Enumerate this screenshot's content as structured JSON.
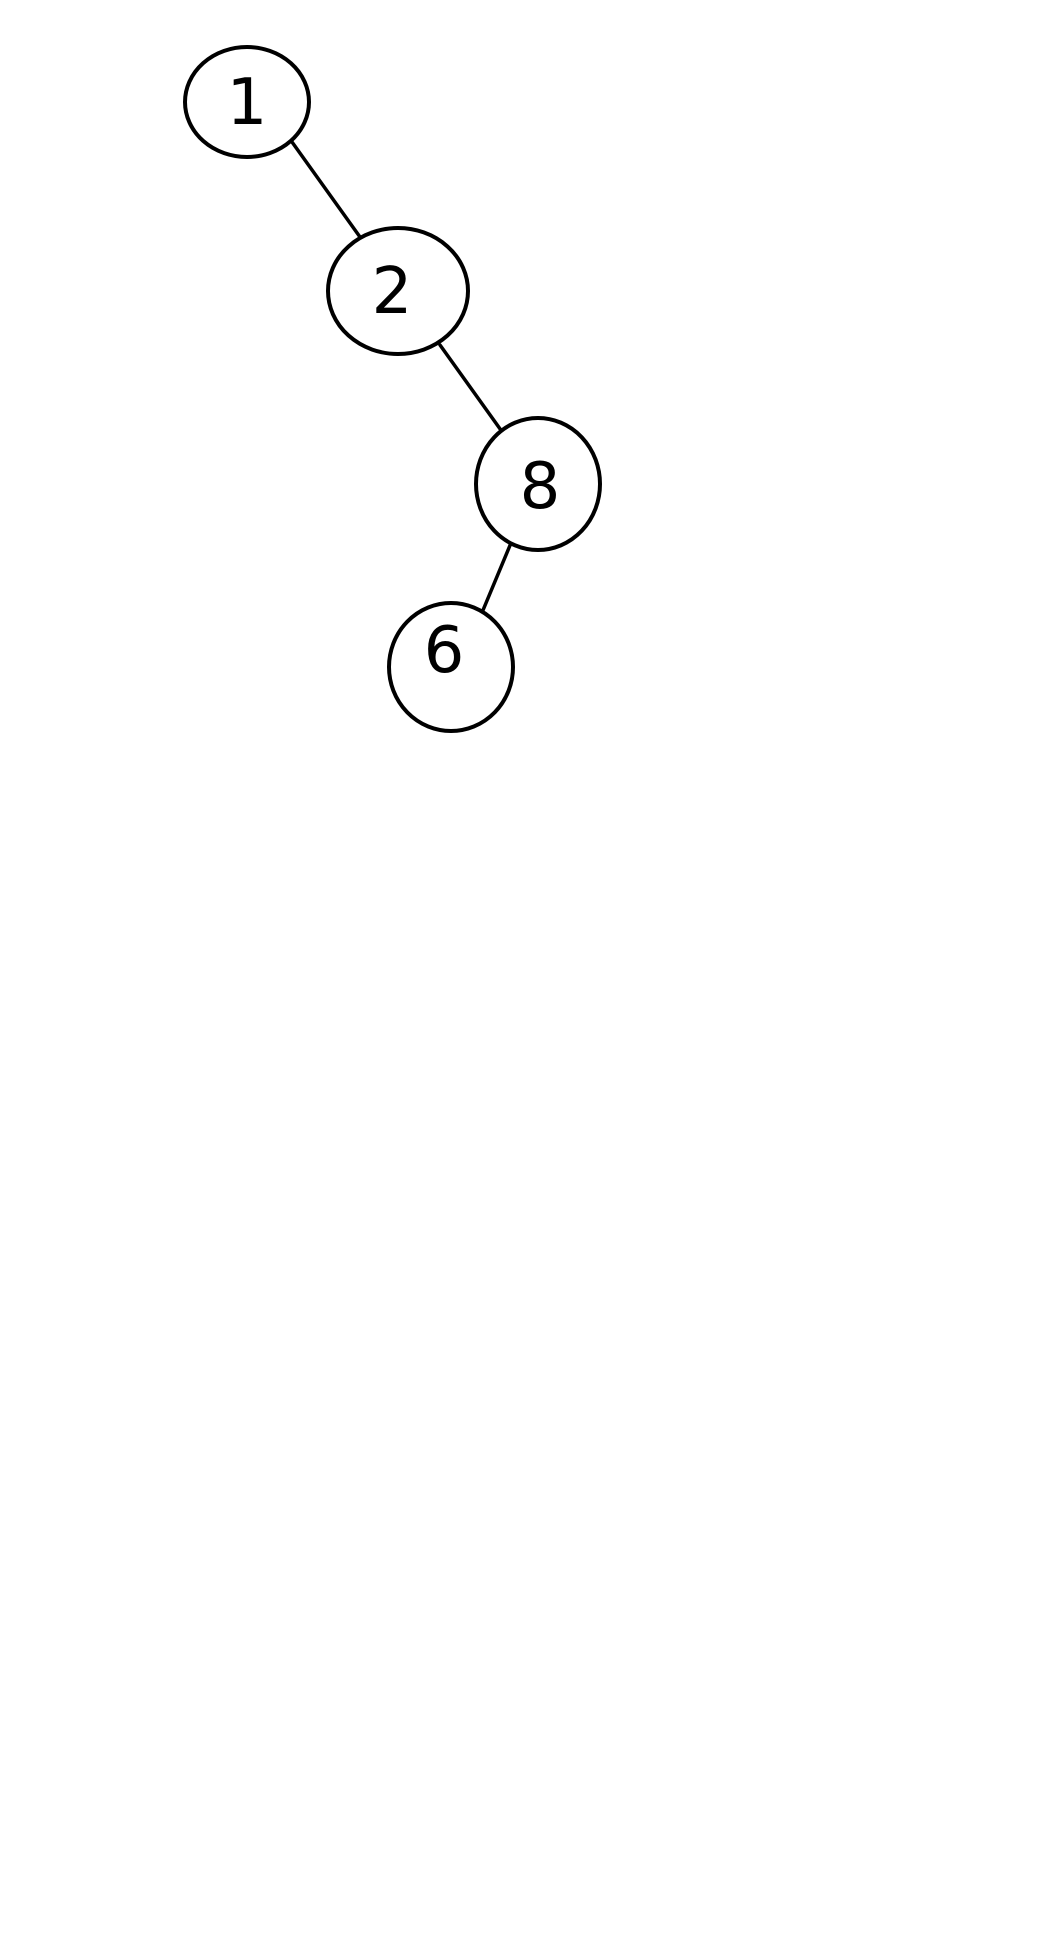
{
  "diagram": {
    "type": "binary-tree",
    "nodes": [
      {
        "id": "n1",
        "label": "1"
      },
      {
        "id": "n2",
        "label": "2"
      },
      {
        "id": "n8",
        "label": "8"
      },
      {
        "id": "n6",
        "label": "6"
      }
    ],
    "edges": [
      {
        "from": "n1",
        "to": "n2"
      },
      {
        "from": "n2",
        "to": "n8"
      },
      {
        "from": "n8",
        "to": "n6"
      }
    ],
    "colors": {
      "stroke": "#000000",
      "background": "#ffffff"
    }
  }
}
